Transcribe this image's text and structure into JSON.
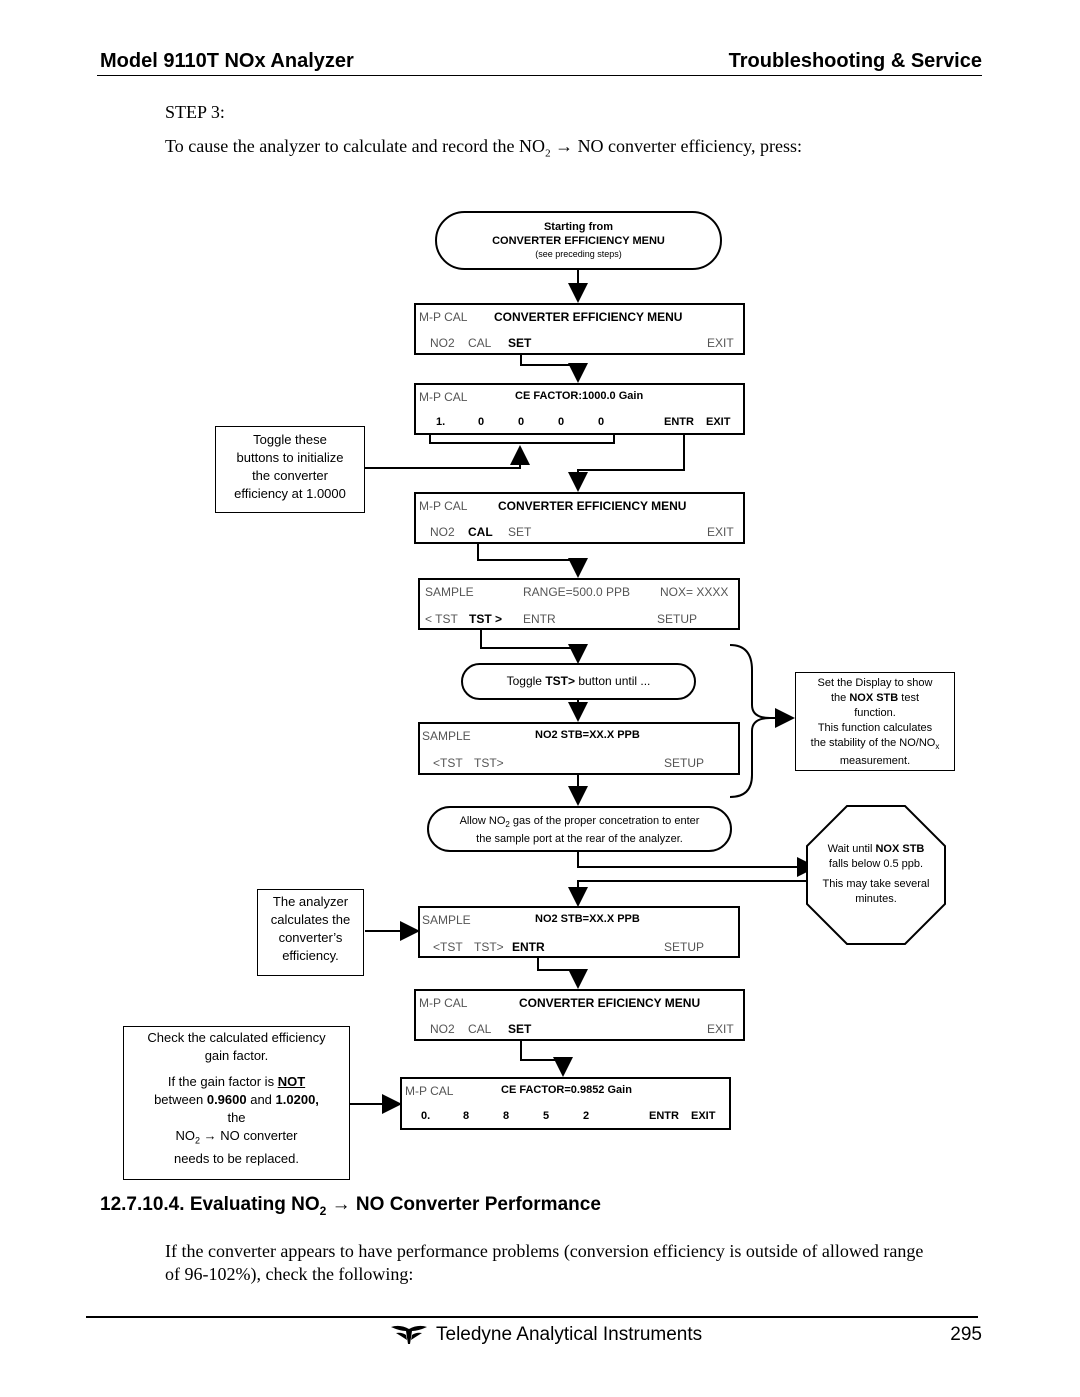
{
  "header": {
    "left": "Model 9110T NOx Analyzer",
    "right": "Troubleshooting & Service"
  },
  "step": {
    "label": "STEP 3:",
    "intro_a": "To cause the analyzer to calculate and record the NO",
    "intro_sub": "2",
    "intro_b": " → NO converter efficiency, press:"
  },
  "start": {
    "line1": "Starting from",
    "line2": "CONVERTER EFFICIENCY MENU",
    "line3": "(see preceding steps)"
  },
  "screen1": {
    "mode": "M-P CAL",
    "title": "CONVERTER EFFICIENCY MENU",
    "b1": "NO2",
    "b2": "CAL",
    "b3": "SET",
    "b4": "EXIT"
  },
  "screen2": {
    "mode": "M-P CAL",
    "title": "CE FACTOR:1000.0 Gain",
    "d1": "1.",
    "d2": "0",
    "d3": "0",
    "d4": "0",
    "d5": "0",
    "entr": "ENTR",
    "exit": "EXIT"
  },
  "note_toggle": {
    "l1": "Toggle these",
    "l2": "buttons to initialize",
    "l3": "the converter",
    "l4": "efficiency at 1.0000"
  },
  "screen3": {
    "mode": "M-P CAL",
    "title": "CONVERTER EFFICIENCY MENU",
    "b1": "NO2",
    "b2": "CAL",
    "b3": "SET",
    "b4": "EXIT"
  },
  "screen4": {
    "mode": "SAMPLE",
    "range": "RANGE=500.0 PPB",
    "nox": "NOX= XXXX",
    "b1": "< TST",
    "b2": "TST >",
    "b3": "ENTR",
    "b4": "SETUP"
  },
  "oval_toggle": {
    "a": "Toggle ",
    "b": "TST>",
    "c": " button until ..."
  },
  "screen5": {
    "mode": "SAMPLE",
    "title": "NO2 STB=XX.X PPB",
    "b1": "<TST",
    "b2": "TST>",
    "b4": "SETUP"
  },
  "note_display": {
    "l1": "Set the Display to show",
    "l2a": "the ",
    "l2b": "NOX STB",
    "l2c": " test",
    "l3": "function.",
    "l4": "This function calculates",
    "l5": "the stability of the NO/NO",
    "l5sub": "x",
    "l6": "measurement."
  },
  "oval_allow": {
    "a": "Allow NO",
    "sub": "2",
    "b": " gas of the proper concetration to enter",
    "l2": "the sample port at the rear of the analyzer."
  },
  "octagon": {
    "l1a": "Wait until ",
    "l1b": "NOX STB",
    "l2": "falls below 0.5 ppb.",
    "l3": "This may take several",
    "l4": "minutes."
  },
  "note_calc": {
    "l1": "The analyzer",
    "l2": "calculates the",
    "l3": "converter’s",
    "l4": "efficiency."
  },
  "screen6": {
    "mode": "SAMPLE",
    "title": "NO2 STB=XX.X PPB",
    "b1": "<TST",
    "b2": "TST>",
    "b3": "ENTR",
    "b4": "SETUP"
  },
  "screen7": {
    "mode": "M-P CAL",
    "title": "CONVERTER EFICIENCY MENU",
    "b1": "NO2",
    "b2": "CAL",
    "b3": "SET",
    "b4": "EXIT"
  },
  "note_check": {
    "l1": "Check the calculated efficiency",
    "l2": "gain factor.",
    "l3a": "If the gain factor is ",
    "l3b": "NOT",
    "l4a": "between ",
    "l4b": "0.9600",
    "l4c": " and ",
    "l4d": "1.0200,",
    "l5": "the",
    "l6a": "NO",
    "l6sub": "2",
    "l6b": " → NO converter",
    "l7": "needs to be replaced."
  },
  "screen8": {
    "mode": "M-P CAL",
    "title": "CE FACTOR=0.9852 Gain",
    "d1": "0.",
    "d2": "8",
    "d3": "8",
    "d4": "5",
    "d5": "2",
    "entr": "ENTR",
    "exit": "EXIT"
  },
  "section": {
    "number": "12.7.10.4.",
    "title_a": "Evaluating NO",
    "title_sub": "2",
    "title_b": " → NO Converter Performance"
  },
  "body": {
    "p1": "If the converter appears to have performance problems (conversion efficiency is outside of allowed range",
    "p2": "of 96-102%), check the following:"
  },
  "footer": {
    "company": "Teledyne Analytical Instruments",
    "page": "295"
  }
}
